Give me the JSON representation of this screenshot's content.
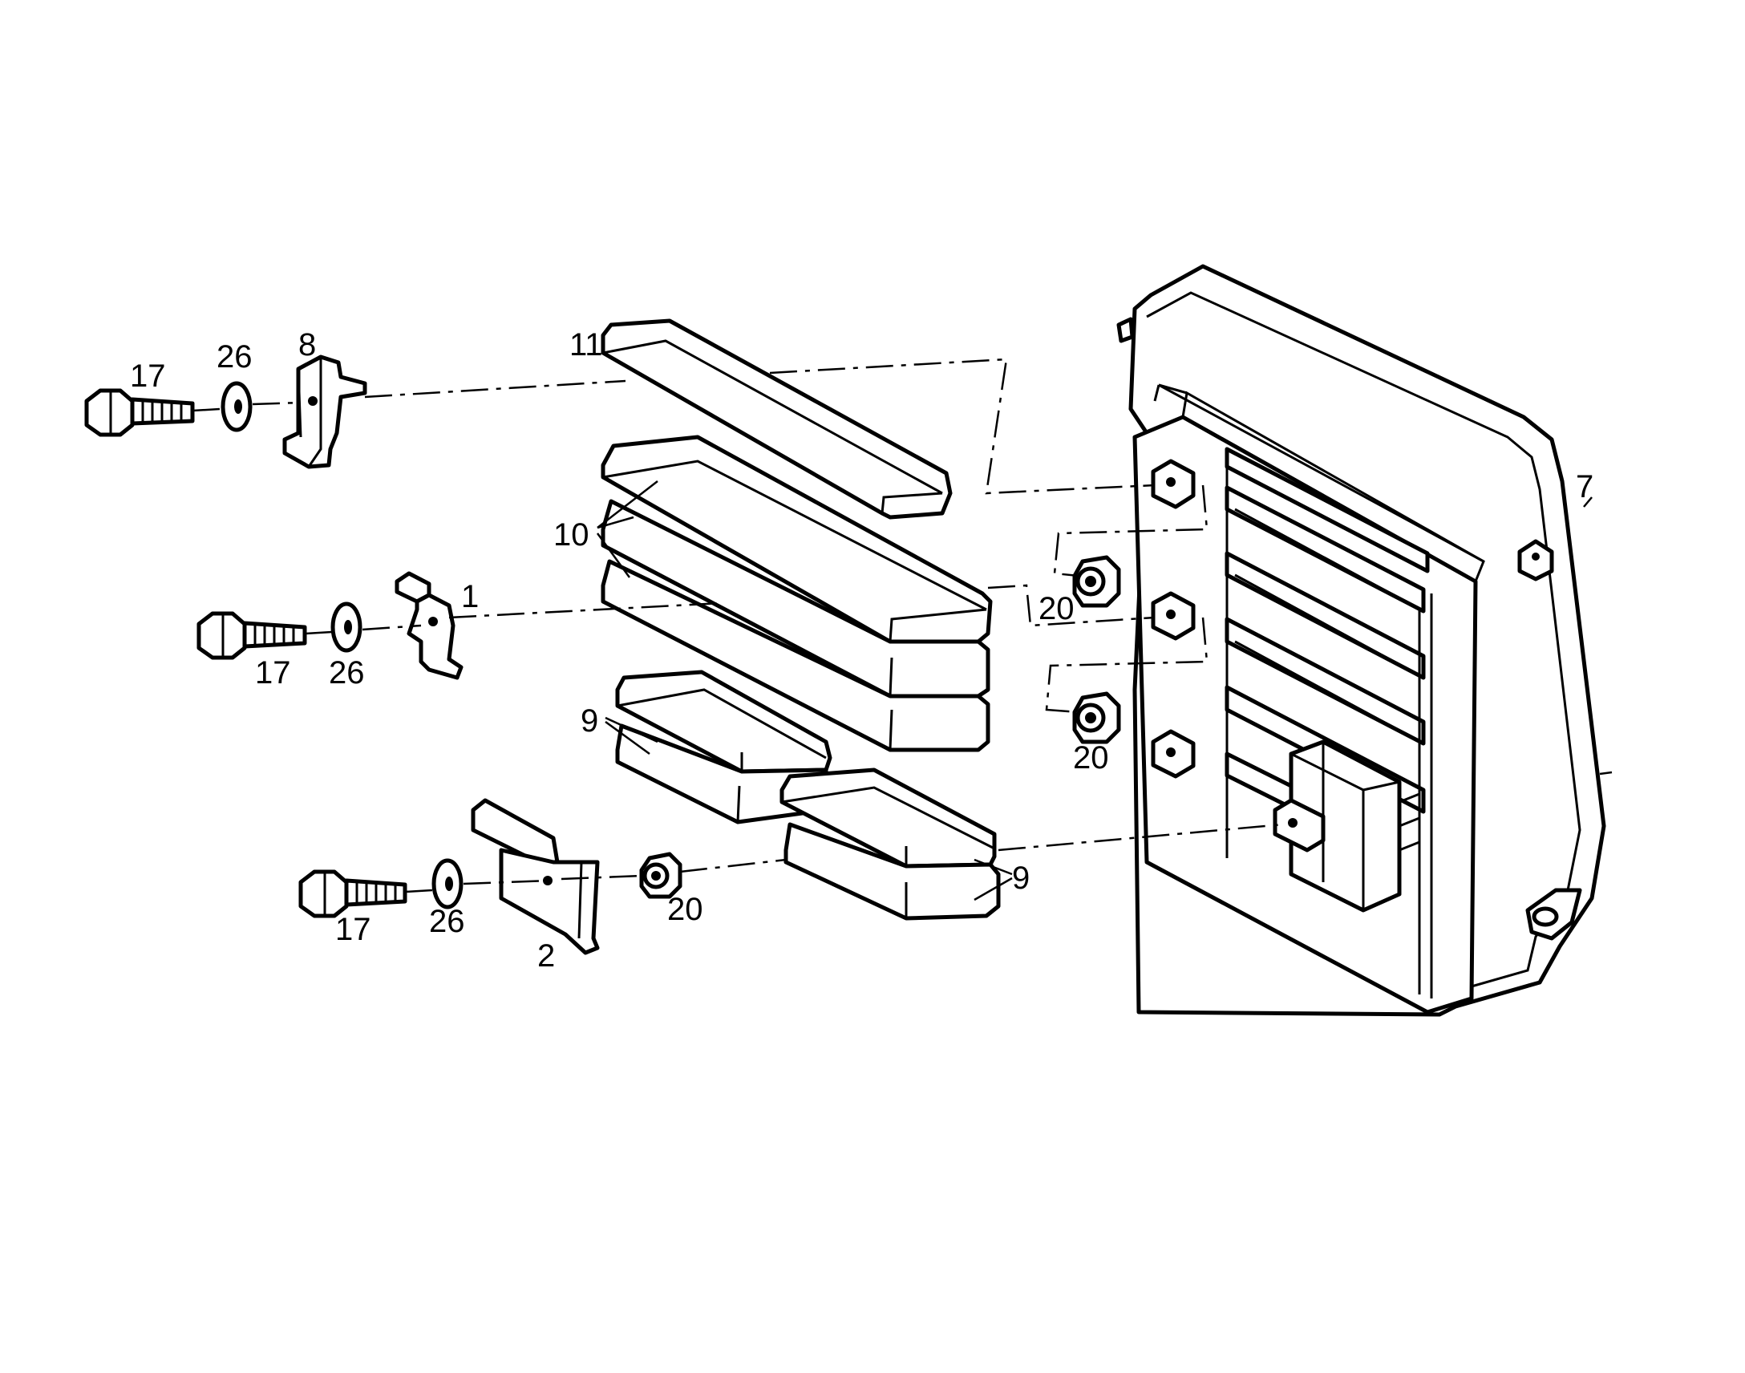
{
  "labels": {
    "l1": "1",
    "l2": "2",
    "l7": "7",
    "l8": "8",
    "l9a": "9",
    "l9b": "9",
    "l10": "10",
    "l11": "11",
    "l17a": "17",
    "l17b": "17",
    "l17c": "17",
    "l20a": "20",
    "l20b": "20",
    "l20c": "20",
    "l26a": "26",
    "l26b": "26",
    "l26c": "26"
  }
}
